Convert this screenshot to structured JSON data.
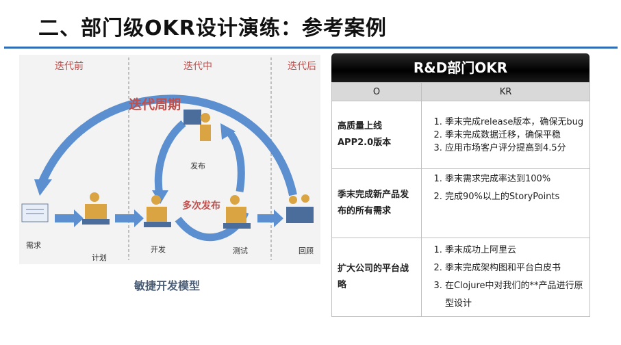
{
  "page": {
    "title": "二、部门级OKR设计演练：参考案例"
  },
  "diagram": {
    "phases": [
      "迭代前",
      "迭代中",
      "迭代后"
    ],
    "cycle_label": "迭代周期",
    "multi_release_label": "多次发布",
    "nodes": {
      "requirement": "需求",
      "plan": "计划",
      "develop": "开发",
      "release": "发布",
      "test": "测试",
      "review": "回顾"
    },
    "caption": "敏捷开发模型"
  },
  "okr_table": {
    "header": "R&D部门OKR",
    "col_o": "O",
    "col_kr": "KR",
    "rows": [
      {
        "objective": "高质量上线APP2.0版本",
        "krs": [
          "季末完成release版本，确保无bug",
          "季末完成数据迁移，确保平稳",
          "应用市场客户评分提高到4.5分"
        ]
      },
      {
        "objective": "季末完成新产品发布的所有需求",
        "krs": [
          "季末需求完成率达到100%",
          "完成90%以上的StoryPoints"
        ]
      },
      {
        "objective": "扩大公司的平台战略",
        "krs": [
          "季末成功上阿里云",
          "季末完成架构图和平台白皮书",
          "在Clojure中对我们的**产品进行原型设计"
        ]
      }
    ]
  },
  "colors": {
    "accent_blue": "#2e6db4",
    "arrow_blue": "#5b8fd0",
    "label_red": "#c0504d"
  }
}
